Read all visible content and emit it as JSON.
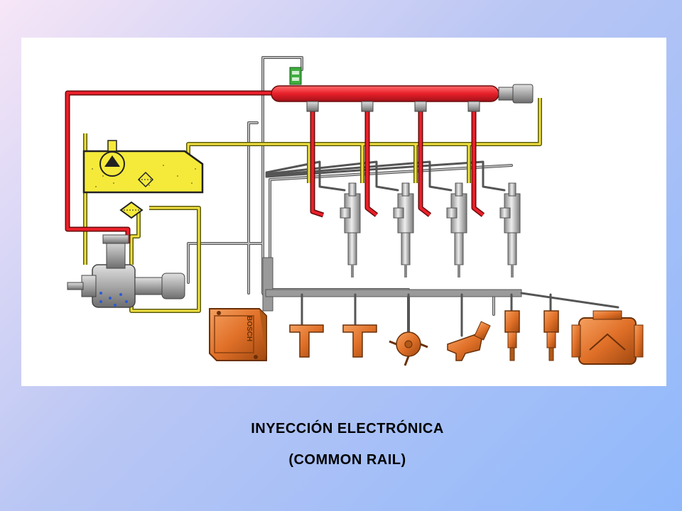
{
  "caption": {
    "line1": "INYECCIÓN ELECTRÓNICA",
    "line2": "(COMMON RAIL)"
  },
  "diagram": {
    "ecu_label": "BOSCH",
    "colors": {
      "high_pressure": "#e8202a",
      "fuel_return": "#f0e040",
      "wiring": "#9a9a9a",
      "component": "#e07028",
      "injector": "#c8c8c8",
      "tank_fuel": "#f5ea3a"
    }
  }
}
